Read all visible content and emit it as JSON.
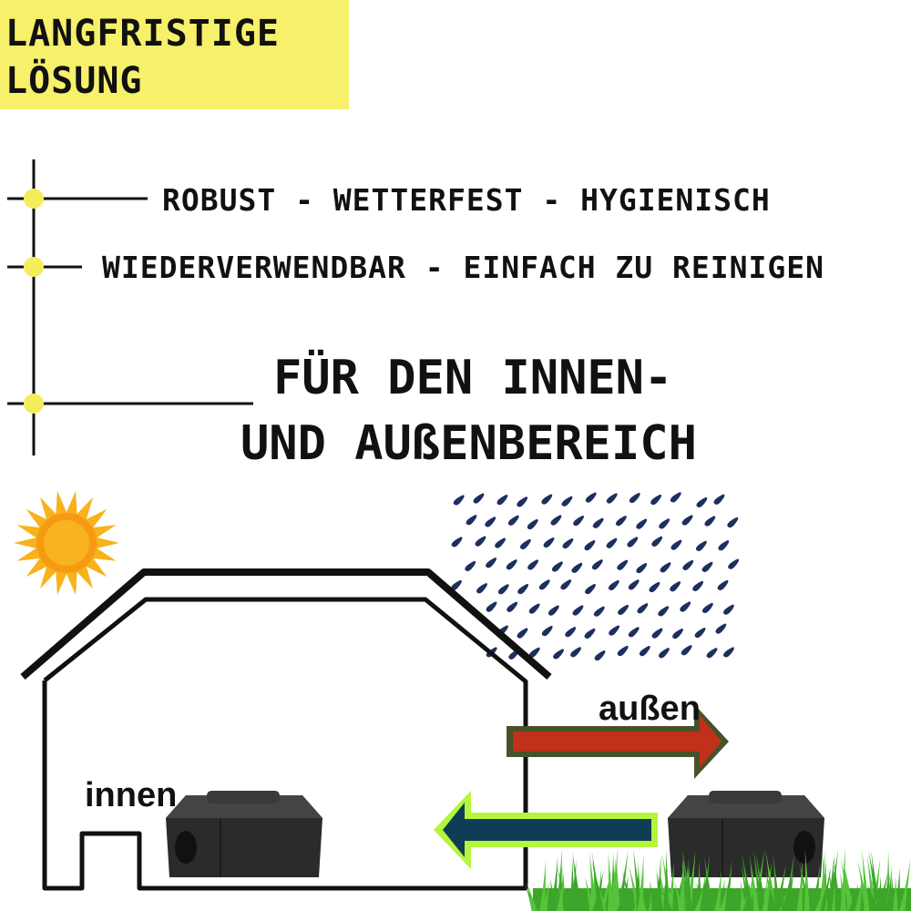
{
  "badge": {
    "line1": "LANGFRISTIGE",
    "line2": "LÖSUNG",
    "color": "#f7f06b"
  },
  "features": {
    "line1": "ROBUST - WETTERFEST - HYGIENISCH",
    "line2": "WIEDERVERWENDBAR - EINFACH ZU REINIGEN"
  },
  "headline": {
    "line1": "FÜR DEN INNEN-",
    "line2": "UND AUßENBEREICH"
  },
  "scene": {
    "label_inside": "innen",
    "label_outside": "außen",
    "accent_yellow": "#f4ec5a",
    "arrow_out_color": "#c0301b",
    "arrow_in_color": "#0f3d55",
    "rain_color": "#1d2f5e",
    "sun_color": "#f7a91b",
    "grass_color": "#3da52a",
    "icons": [
      "sun-icon",
      "rain-icon",
      "house-icon",
      "bait-box-icon",
      "grass-icon",
      "arrow-right-icon",
      "arrow-left-icon"
    ]
  }
}
